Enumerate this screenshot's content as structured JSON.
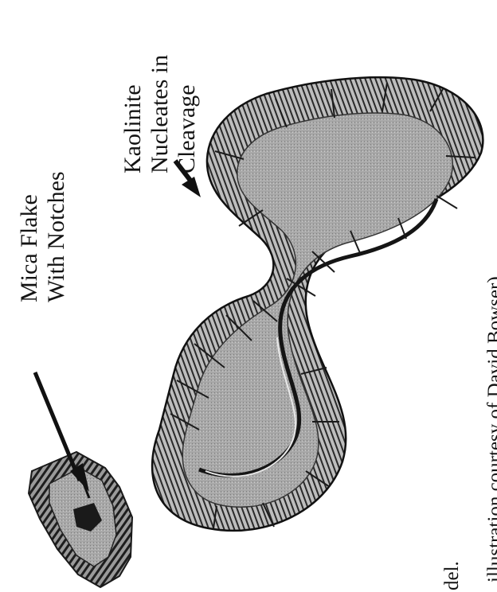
{
  "labels": {
    "mica": {
      "line1": "Mica Flake",
      "line2": "With Notches"
    },
    "kaolinite": {
      "line1": "Kaolinite",
      "line2": "Nucleates in",
      "line3": "Cleavage"
    },
    "credit": "illustration courtesy of David Bowser)",
    "caption_fragment": "del."
  },
  "icons": {
    "mica_flake": "mica-flake-icon",
    "kaolinite_stack": "kaolinite-stack-icon",
    "arrow_mica": "arrow-icon",
    "arrow_kaolinite": "arrow-icon"
  },
  "colors": {
    "ink": "#141414",
    "dark_shade": "#2a2a2a",
    "mid_shade": "#6e6e6e",
    "light_shade": "#bdbdbd",
    "paper": "#ffffff"
  }
}
